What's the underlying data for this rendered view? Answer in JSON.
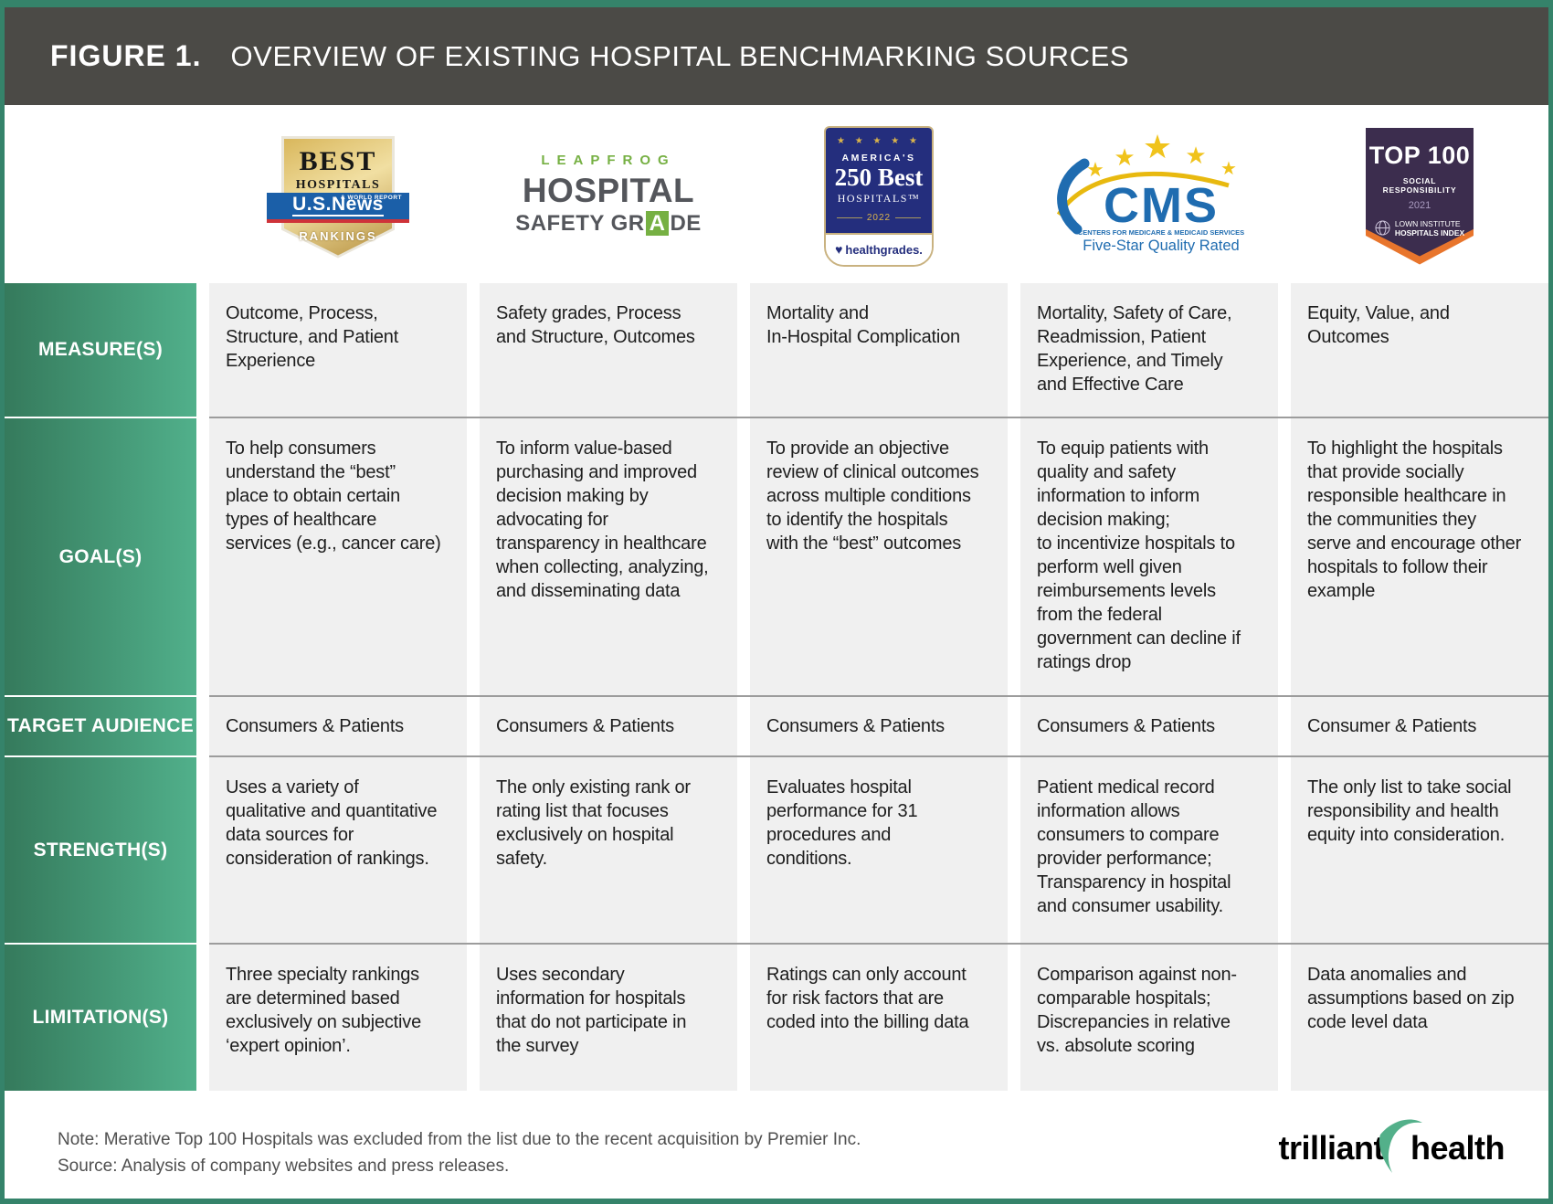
{
  "title_bar": {
    "label": "FIGURE 1.",
    "title": "OVERVIEW OF EXISTING HOSPITAL BENCHMARKING SOURCES"
  },
  "logos": {
    "usnews": {
      "name": "U.S. News Best Hospitals Rankings",
      "best": "BEST",
      "hospitals": "HOSPITALS",
      "usnews": "U.S.News",
      "world_report": "& WORLD REPORT",
      "rankings": "RANKINGS"
    },
    "leapfrog": {
      "name": "Leapfrog Hospital Safety Grade",
      "leapfrog": "LEAPFROG",
      "hospital": "HOSPITAL",
      "safety_pre": "SAFETY GR",
      "grade_a": "A",
      "safety_post": "DE"
    },
    "healthgrades": {
      "name": "Healthgrades America's 250 Best Hospitals 2022",
      "stars": "★ ★ ★ ★ ★",
      "americas": "AMERICA'S",
      "best250": "250 Best",
      "hospitals": "HOSPITALS™",
      "year": "2022",
      "heart": "♥",
      "brand": "healthgrades."
    },
    "cms": {
      "name": "CMS Five-Star Quality Rated",
      "cms": "CMS",
      "centers": "CENTERS FOR MEDICARE & MEDICAID SERVICES",
      "tagline": "Five-Star Quality Rated"
    },
    "lown": {
      "name": "Lown Institute Top 100 Social Responsibility 2021",
      "top100": "TOP 100",
      "social": "SOCIAL RESPONSIBILITY",
      "year": "2021",
      "org_line1": "LOWN INSTITUTE",
      "org_line2": "HOSPITALS INDEX"
    }
  },
  "rows": [
    {
      "label": "MEASURE(S)",
      "cells": [
        "Outcome, Process,\nStructure, and Patient\nExperience",
        "Safety grades, Process\nand Structure, Outcomes",
        "Mortality and\nIn-Hospital Complication",
        "Mortality, Safety of Care,\nReadmission, Patient\nExperience, and Timely\nand Effective Care",
        "Equity, Value, and\nOutcomes"
      ]
    },
    {
      "label": "GOAL(S)",
      "cells": [
        "To help consumers\nunderstand the “best”\nplace to obtain certain\ntypes of healthcare\nservices (e.g., cancer care)",
        "To inform value-based\npurchasing and improved\ndecision making by\nadvocating for\ntransparency in healthcare\nwhen collecting, analyzing,\nand disseminating data",
        "To provide an objective\nreview of clinical outcomes\nacross multiple conditions\nto identify the hospitals\nwith the “best” outcomes",
        "To equip patients with\nquality and safety\ninformation to inform\ndecision making;\nto incentivize hospitals to\nperform well given\nreimbursements levels\nfrom the federal\ngovernment can decline if\nratings drop",
        "To highlight the hospitals\nthat provide socially\nresponsible healthcare in\nthe communities they\nserve and encourage other\nhospitals to follow their\nexample"
      ]
    },
    {
      "label": "TARGET AUDIENCE",
      "cells": [
        "Consumers & Patients",
        "Consumers & Patients",
        "Consumers & Patients",
        "Consumers & Patients",
        "Consumer & Patients"
      ]
    },
    {
      "label": "STRENGTH(S)",
      "cells": [
        "Uses a variety of\nqualitative and quantitative\ndata sources for\nconsideration of rankings.",
        "The only existing rank or\nrating list that focuses\nexclusively on hospital\nsafety.",
        "Evaluates hospital\nperformance for 31\nprocedures and\nconditions.",
        "Patient medical record\ninformation allows\nconsumers to compare\nprovider performance;\nTransparency in hospital\nand consumer usability.",
        "The only list to take social\nresponsibility and health\nequity into consideration."
      ]
    },
    {
      "label": "LIMITATION(S)",
      "cells": [
        "Three specialty rankings\nare determined based\nexclusively on subjective\n‘expert opinion’.",
        "Uses secondary\ninformation for hospitals\nthat do not participate in\nthe survey",
        "Ratings can only account\nfor risk factors that are\ncoded into the billing data",
        "Comparison against non-\ncomparable hospitals;\nDiscrepancies in relative\nvs. absolute scoring",
        "Data anomalies and\nassumptions based on zip\ncode level data"
      ]
    }
  ],
  "footer": {
    "note": "Note: Merative Top 100 Hospitals was excluded from the list due to the recent acquisition by Premier Inc.",
    "source": "Source: Analysis of company websites and press releases.",
    "brand_left": "trilliant",
    "brand_right": "health"
  },
  "colors": {
    "frame_green": "#35836a",
    "titlebar_gray": "#4b4a46",
    "row_header_gradient_start": "#357a5c",
    "row_header_gradient_end": "#51b08b",
    "cell_bg": "#f0f0f0",
    "leapfrog_green": "#76b043",
    "healthgrades_navy": "#242e7d",
    "healthgrades_gold": "#c9b280",
    "cms_blue": "#1f6cb0",
    "cms_gold": "#f0c31c",
    "lown_purple": "#3c2d4e",
    "lown_orange": "#e8752c",
    "usnews_blue": "#1b5fa8",
    "usnews_red": "#cf3339",
    "trilliant_green": "#53b08a"
  }
}
